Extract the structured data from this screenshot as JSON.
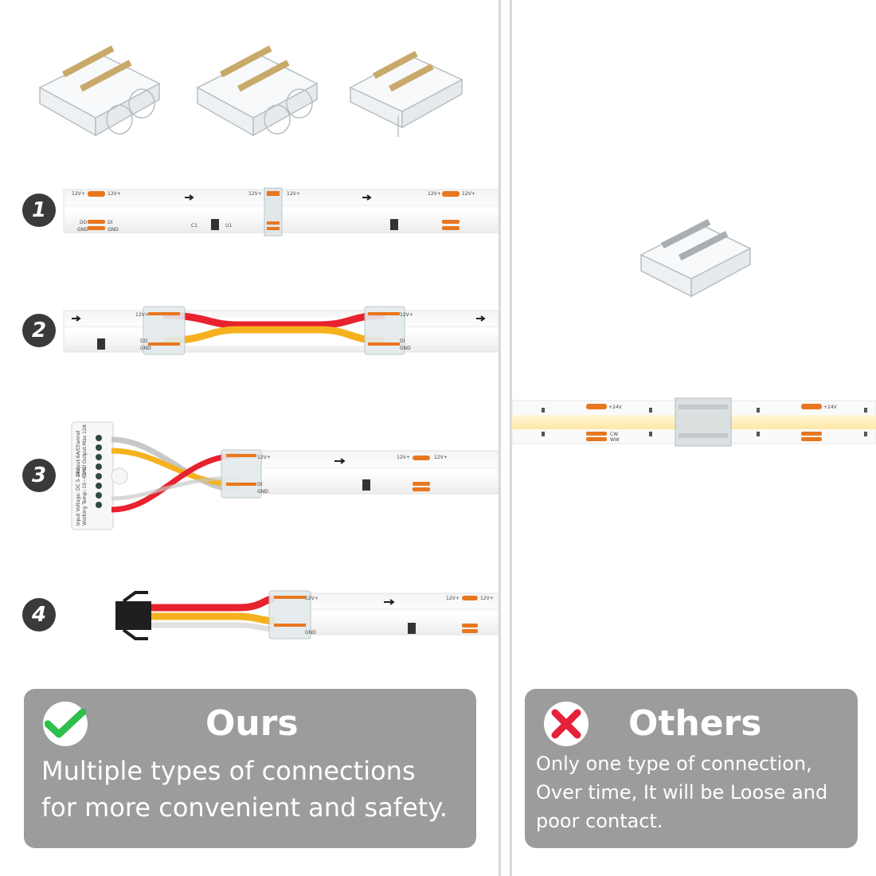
{
  "steps": [
    "1",
    "2",
    "3",
    "4"
  ],
  "strip_labels": {
    "v12": "12V+",
    "v24": "+24V",
    "do": "DO",
    "di": "DI",
    "gnd": "GND",
    "c1": "C1",
    "u1": "U1",
    "cw": "CW",
    "ww": "WW"
  },
  "controller": {
    "line1": "Input Voltage: DC 5-24V",
    "line2": "Working Temp:-10~60°C",
    "line3": "Output:6A/Channel",
    "line4": "Total Output:Max 12A"
  },
  "ours": {
    "title": "Ours",
    "line1": "Multiple types of connections",
    "line2": "for more convenient and safety.",
    "icon": "check-icon"
  },
  "others": {
    "title": "Others",
    "line1": "Only one type of connection,",
    "line2": "Over time, It will be Loose and",
    "line3": "poor contact.",
    "icon": "cross-icon"
  },
  "colors": {
    "panel": "#9c9c9c",
    "red_wire": "#e8222e",
    "yellow_wire": "#f5b21e",
    "pad": "#e8771f",
    "check": "#2fbf4a",
    "cross": "#e5213a"
  }
}
